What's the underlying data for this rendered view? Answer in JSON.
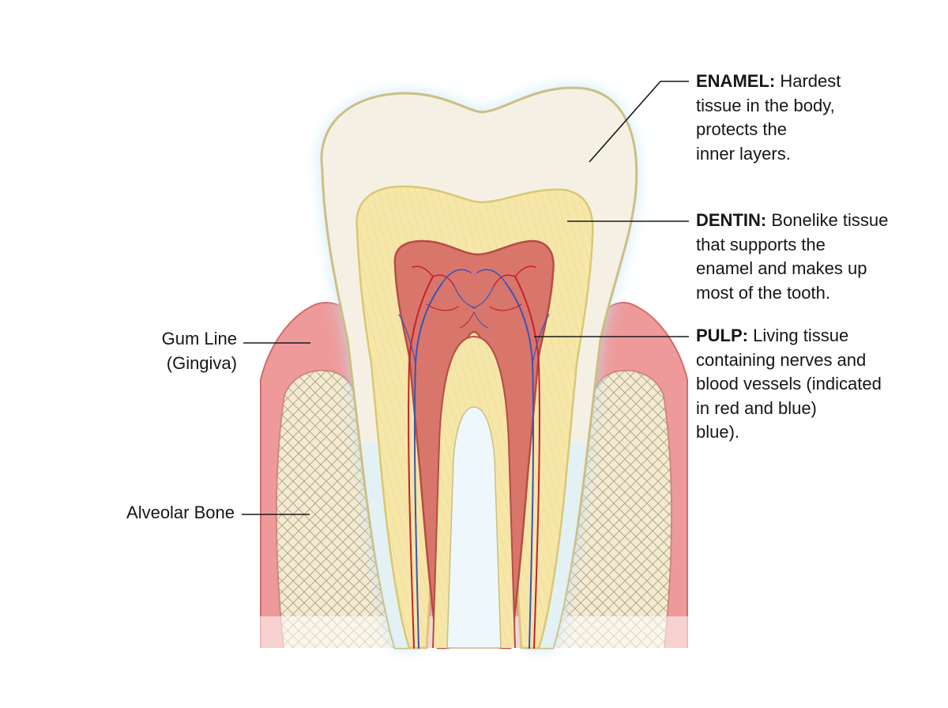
{
  "labels": {
    "enamel": {
      "term": "ENAMEL:",
      "lines": [
        " Hardest",
        "tissue in the body,",
        "protects the",
        "inner layers."
      ]
    },
    "dentin": {
      "term": "DENTIN:",
      "lines": [
        " Bonelike tissue",
        "that supports the",
        "enamel and makes up",
        "most of the tooth."
      ]
    },
    "pulp": {
      "term": "PULP:",
      "lines": [
        " Living tissue",
        "containing nerves and",
        "blood vessels (indicated",
        "in red and blue)",
        "blue)."
      ]
    },
    "gum": {
      "lines": [
        "Gum Line",
        "(Gingiva)"
      ]
    },
    "bone": {
      "lines": [
        "Alveolar Bone"
      ]
    }
  },
  "colors": {
    "enamel": "#f4f1e4",
    "enamel_outline": "#cbbf84",
    "glow": "#bfe3f5",
    "dentin": "#f6e7a9",
    "pulp": "#d9766c",
    "pulp_outline": "#b64c45",
    "gum": "#ef9a9a",
    "bone": "#f4ead0",
    "bone_hatch": "#8a7e68",
    "artery": "#c8202a",
    "vein": "#3a54b4",
    "leader": "#1a1a1a"
  }
}
